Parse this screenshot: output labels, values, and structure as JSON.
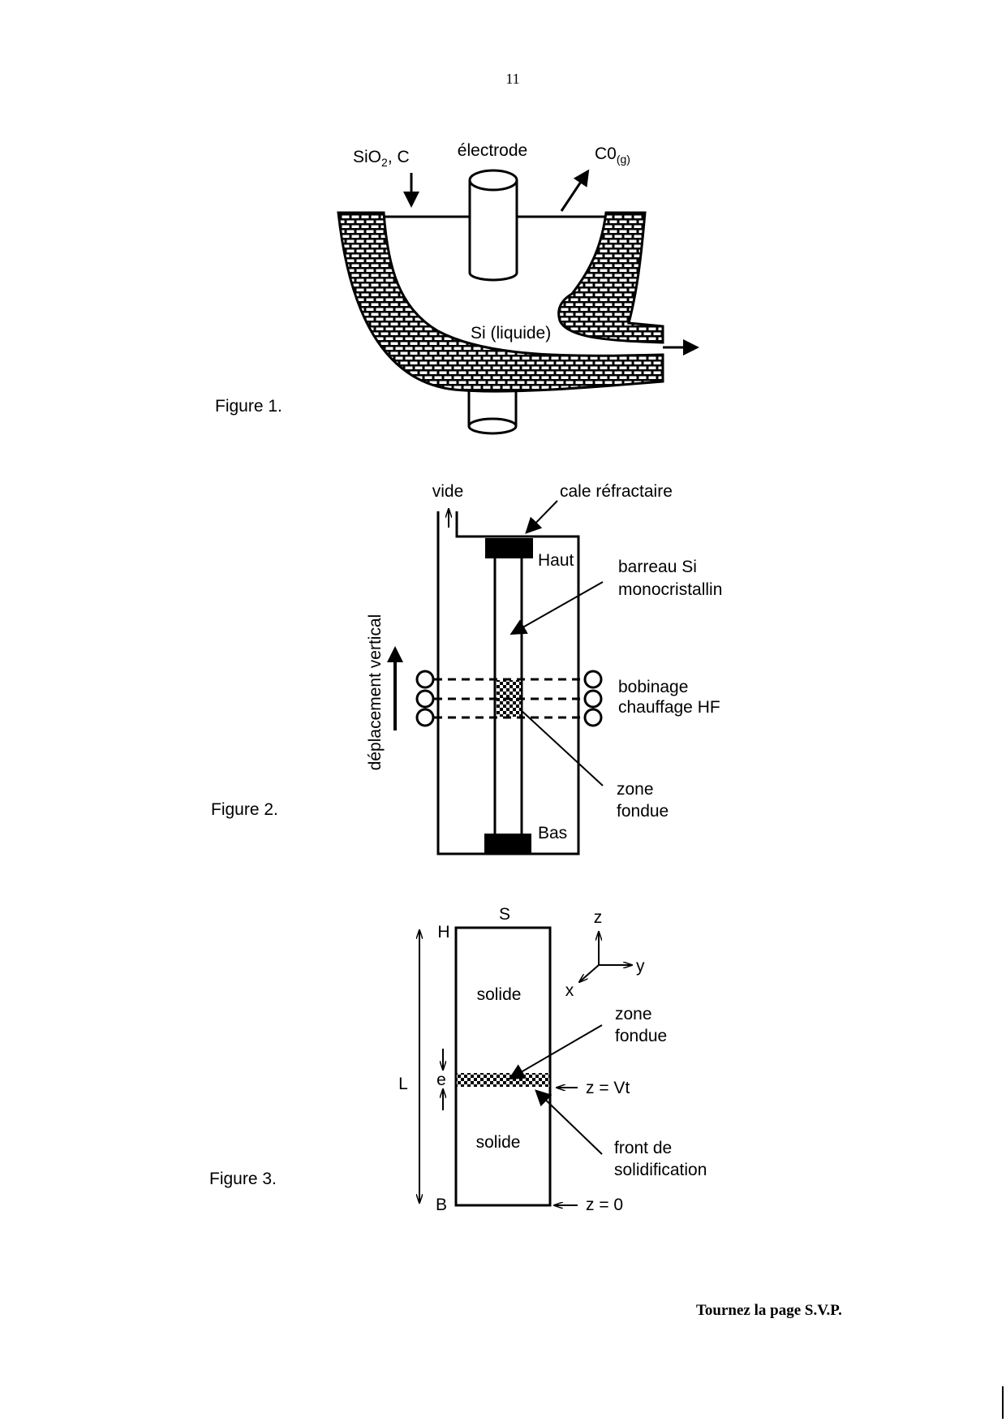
{
  "page_number": "11",
  "figure1": {
    "caption": "Figure 1.",
    "label_input": "SiO",
    "label_input_sub": "2",
    "label_input_rest": ", C",
    "label_electrode": "électrode",
    "label_gas": "C0",
    "label_gas_sub": "(g)",
    "label_liquid": "Si (liquide)"
  },
  "figure2": {
    "caption": "Figure 2.",
    "label_vacuum": "vide",
    "label_shim": "cale réfractaire",
    "label_top": "Haut",
    "label_bottom": "Bas",
    "label_rod_1": "barreau  Si",
    "label_rod_2": "monocristallin",
    "label_coil_1": "bobinage",
    "label_coil_2": "chauffage HF",
    "label_zone_1": "zone",
    "label_zone_2": "fondue",
    "label_motion": "déplacement vertical"
  },
  "figure3": {
    "caption": "Figure 3.",
    "label_S": "S",
    "label_H": "H",
    "label_B": "B",
    "label_L": "L",
    "label_e": "e",
    "label_solid_top": "solide",
    "label_solid_bottom": "solide",
    "label_zone_1": "zone",
    "label_zone_2": "fondue",
    "label_front_1": "front de",
    "label_front_2": "solidification",
    "label_zVt": "z = Vt",
    "label_z0": "z = 0",
    "axis_z": "z",
    "axis_y": "y",
    "axis_x": "x"
  },
  "footer": "Tournez la page  S.V.P."
}
